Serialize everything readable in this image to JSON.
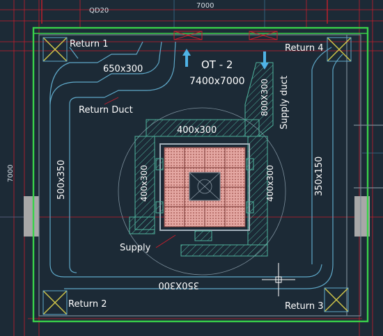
{
  "top_tag": "QD20",
  "top_dim": "7000",
  "side_dim": "7000",
  "room": {
    "name": "OT - 2",
    "size": "7400x7000"
  },
  "returns": {
    "r1": "Return 1",
    "r2": "Return 2",
    "r3": "Return 3",
    "r4": "Return 4"
  },
  "duct_labels": {
    "return_duct": "Return Duct",
    "supply_duct": "Supply duct",
    "supply": "Supply"
  },
  "dims": {
    "top_return": "650x300",
    "supply_vertical": "800X300",
    "supply_ring_top": "400x300",
    "supply_ring_left": "400x300",
    "supply_ring_right": "400x300",
    "left_return": "500x350",
    "right_return": "350x150",
    "bottom_return": "350X300"
  },
  "colors": {
    "background": "#1c2a36",
    "wall": "#39d24a",
    "duct": "#5fa9c9",
    "hatch": "#4fb49d",
    "panel": "#d9948e",
    "redline": "#c81e2c"
  }
}
